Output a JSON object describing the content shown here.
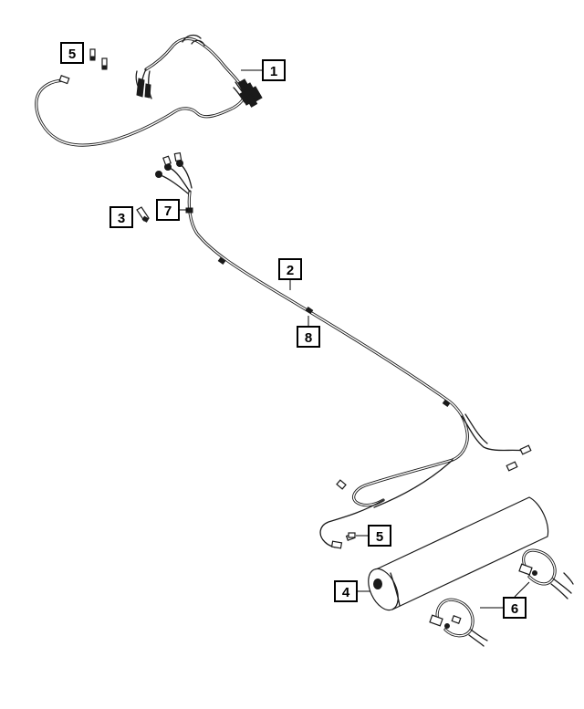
{
  "callouts": [
    {
      "id": "c1",
      "label": "1",
      "name": "callout-1"
    },
    {
      "id": "c2",
      "label": "2",
      "name": "callout-2"
    },
    {
      "id": "c3",
      "label": "3",
      "name": "callout-3"
    },
    {
      "id": "c4",
      "label": "4",
      "name": "callout-4"
    },
    {
      "id": "c5a",
      "label": "5",
      "name": "callout-5-top"
    },
    {
      "id": "c5b",
      "label": "5",
      "name": "callout-5-bottom"
    },
    {
      "id": "c6",
      "label": "6",
      "name": "callout-6"
    },
    {
      "id": "c7",
      "label": "7",
      "name": "callout-7"
    },
    {
      "id": "c8",
      "label": "8",
      "name": "callout-8"
    }
  ]
}
